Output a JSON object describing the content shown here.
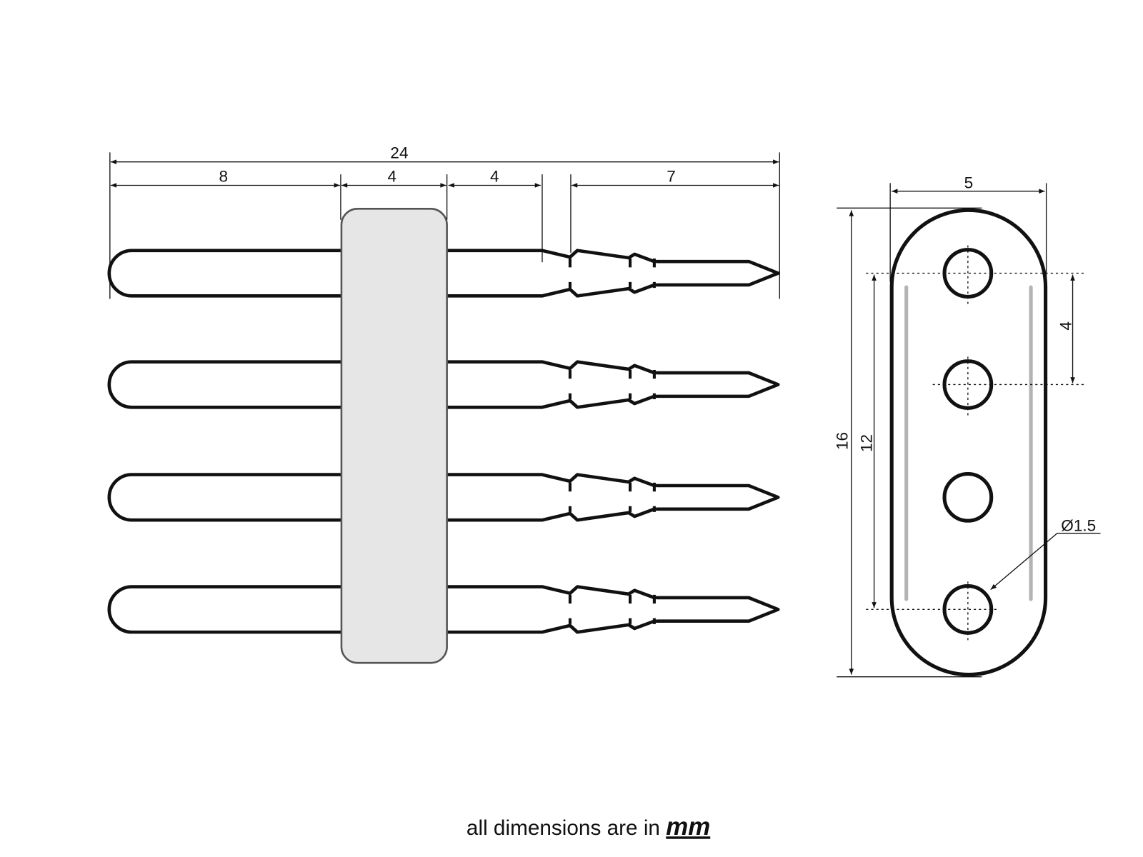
{
  "drawing": {
    "side_view": {
      "dimensions": {
        "overall": "24",
        "rear_pin": "8",
        "body": "4",
        "shoulder": "4",
        "tip": "7"
      },
      "pin_count": 4
    },
    "end_view": {
      "dimensions": {
        "width": "5",
        "height": "16",
        "hole_span": "12",
        "pitch": "4",
        "hole_diameter": "Ø1.5"
      },
      "hole_count": 4
    }
  },
  "footer": {
    "prefix": "all dimensions are in ",
    "unit": "mm"
  },
  "colors": {
    "line": "#111111",
    "body_fill": "#e6e6e6",
    "guide_gray": "#b3b3b3"
  }
}
